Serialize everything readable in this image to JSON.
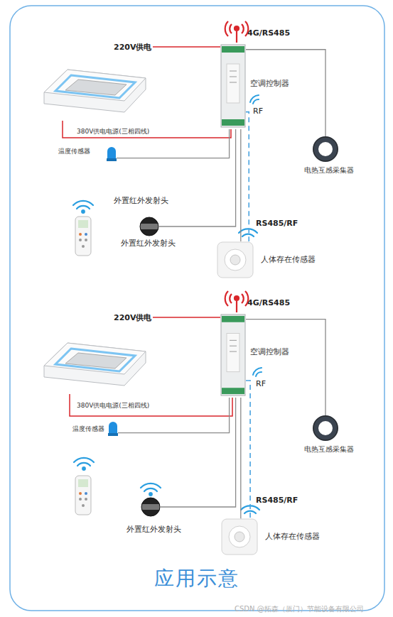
{
  "diagram": {
    "title": "应用示意",
    "nodes": [
      {
        "text": [
          "空调控制器"
        ]
      },
      {
        "text": [
          "温度传感器"
        ]
      },
      {
        "text": [
          "外置红外发射头",
          "外置红外发射头"
        ]
      },
      {
        "text": [
          "人体存在传感器"
        ]
      },
      {
        "text": [
          "电热互感采集器"
        ]
      },
      {
        "text": [
          "空调控制器"
        ]
      },
      {
        "text": [
          "温度传感器"
        ]
      },
      {
        "text": [
          "外置红外发射头"
        ]
      },
      {
        "text": [
          "人体存在传感器"
        ]
      },
      {
        "text": [
          "电热互感采集器"
        ]
      }
    ],
    "edges": [
      {
        "from": 0,
        "to": 1,
        "arrow": "none"
      },
      {
        "from": 0,
        "to": 2,
        "arrow": "none"
      },
      {
        "from": 0,
        "to": 3,
        "arrow": "none"
      },
      {
        "from": 0,
        "to": 3,
        "arrow": "none"
      },
      {
        "from": 0,
        "to": 4,
        "arrow": "none"
      },
      {
        "from": 5,
        "to": 6,
        "arrow": "none"
      },
      {
        "from": 5,
        "to": 7,
        "arrow": "none"
      },
      {
        "from": 5,
        "to": 8,
        "arrow": "none"
      },
      {
        "from": 5,
        "to": 8,
        "arrow": "none"
      },
      {
        "from": 5,
        "to": 9,
        "arrow": "none"
      }
    ],
    "labels": [
      "4G/RS485",
      "220V供电",
      "RF",
      "380V供电电源(三相四线)",
      "RS485/RF",
      "4G/RS485",
      "220V供电",
      "RF",
      "380V供电电源(三相四线)",
      "RS485/RF",
      "CSDN @拓森（厦门）节能设备有限公司"
    ]
  }
}
